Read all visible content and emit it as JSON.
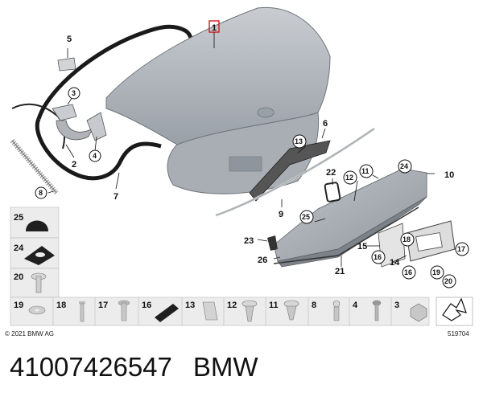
{
  "diagram": {
    "callouts": {
      "c1": "1",
      "c2": "2",
      "c3": "3",
      "c4": "4",
      "c5": "5",
      "c6": "6",
      "c7": "7",
      "c8": "8",
      "c9": "9",
      "c10": "10",
      "c11": "11",
      "c12": "12",
      "c13": "13",
      "c14": "14",
      "c15": "15",
      "c16a": "16",
      "c16b": "16",
      "c17": "17",
      "c18": "18",
      "c19": "19",
      "c20": "20",
      "c21": "21",
      "c22": "22",
      "c23": "23",
      "c24": "24",
      "c25": "25",
      "c26": "26"
    },
    "side_panels": [
      "25",
      "24",
      "20"
    ],
    "bottom_row": [
      "19",
      "18",
      "17",
      "16",
      "13",
      "12",
      "11",
      "8",
      "4",
      "3"
    ],
    "copyright": "© 2021 BMW AG",
    "diagram_id": "519704"
  },
  "caption": {
    "part_number": "41007426547",
    "brand": "BMW"
  },
  "colors": {
    "lid": "#b7bcc2",
    "lid_edge": "#6e757c",
    "spoiler": "#a7acb2",
    "seal": "#1a1a1a",
    "panel_bg": "#ececec",
    "highlight_box": "#d11a1a"
  }
}
